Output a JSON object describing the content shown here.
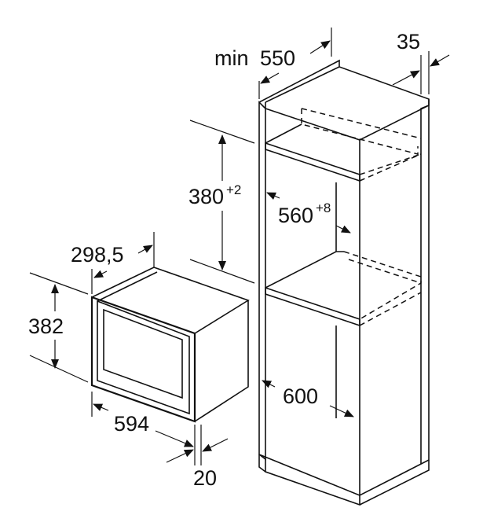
{
  "dimensions": {
    "min_label": "min",
    "cabinet_depth": "550",
    "side_panel": "35",
    "niche_height": "380",
    "niche_height_tol": "+2",
    "niche_width": "560",
    "niche_width_tol": "+8",
    "device_depth": "298,5",
    "device_height": "382",
    "device_width": "594",
    "front_thickness": "20",
    "cabinet_width": "600"
  }
}
